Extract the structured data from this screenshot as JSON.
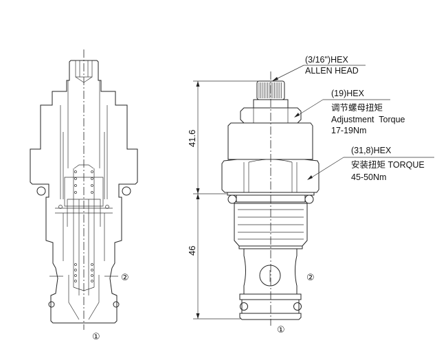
{
  "callouts": {
    "allen": {
      "size": "(3/16\")HEX",
      "desc": "ALLEN HEAD"
    },
    "adjust_nut": {
      "size": "(19)HEX",
      "desc_cn": "调节螺母扭矩",
      "desc_en": "Adjustment  Torque",
      "torque": "17-19Nm"
    },
    "body_hex": {
      "size": "(31,8)HEX",
      "desc": "安装扭矩 TORQUE",
      "torque": "45-50Nm"
    }
  },
  "dimensions": {
    "upper": "41.6",
    "lower": "46"
  },
  "ports": {
    "port1": "①",
    "port2": "②"
  }
}
